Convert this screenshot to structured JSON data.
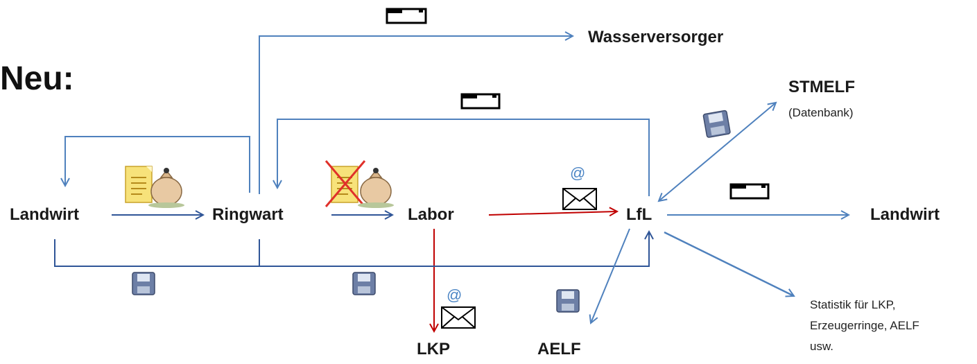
{
  "title": "Neu:",
  "nodes": {
    "landwirt_left": "Landwirt",
    "ringwart": "Ringwart",
    "labor": "Labor",
    "lfl": "LfL",
    "wasserversorger": "Wasserversorger",
    "stmelf": "STMELF",
    "stmelf_sub": "(Datenbank)",
    "landwirt_right": "Landwirt",
    "lkp": "LKP",
    "aelf": "AELF",
    "statistik_line1": "Statistik für LKP,",
    "statistik_line2": "Erzeugerringe, AELF",
    "statistik_line3": "usw."
  },
  "symbols": {
    "email_at": "@"
  },
  "icons": [
    "letter-icon",
    "floppy-disk-icon",
    "document-icon",
    "sample-bag-icon",
    "envelope-icon",
    "red-x-icon"
  ],
  "colors": {
    "blue_line": "#4f81bd",
    "dark_blue_line": "#2f5597",
    "red_line": "#c00000",
    "at_sign": "#4a84c4"
  }
}
